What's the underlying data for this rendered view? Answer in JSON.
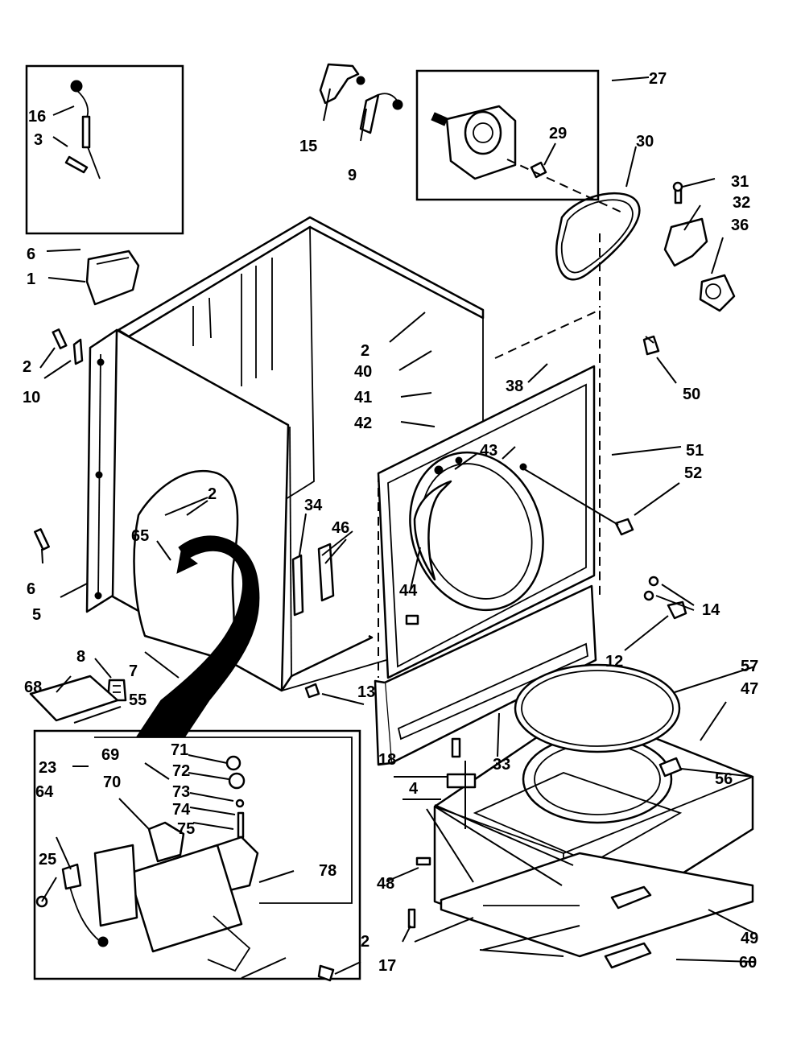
{
  "colors": {
    "ink": "#000000",
    "paper": "#ffffff"
  },
  "callouts": [
    {
      "label": "16"
    },
    {
      "label": "3"
    },
    {
      "label": "6"
    },
    {
      "label": "1"
    },
    {
      "label": "2"
    },
    {
      "label": "10"
    },
    {
      "label": "6"
    },
    {
      "label": "5"
    },
    {
      "label": "8"
    },
    {
      "label": "68"
    },
    {
      "label": "7"
    },
    {
      "label": "55"
    },
    {
      "label": "23"
    },
    {
      "label": "69"
    },
    {
      "label": "70"
    },
    {
      "label": "64"
    },
    {
      "label": "25"
    },
    {
      "label": "71"
    },
    {
      "label": "72"
    },
    {
      "label": "73"
    },
    {
      "label": "74"
    },
    {
      "label": "75"
    },
    {
      "label": "78"
    },
    {
      "label": "15"
    },
    {
      "label": "9"
    },
    {
      "label": "27"
    },
    {
      "label": "29"
    },
    {
      "label": "30"
    },
    {
      "label": "31"
    },
    {
      "label": "32"
    },
    {
      "label": "36"
    },
    {
      "label": "2"
    },
    {
      "label": "40"
    },
    {
      "label": "41"
    },
    {
      "label": "42"
    },
    {
      "label": "38"
    },
    {
      "label": "50"
    },
    {
      "label": "43"
    },
    {
      "label": "51"
    },
    {
      "label": "52"
    },
    {
      "label": "34"
    },
    {
      "label": "46"
    },
    {
      "label": "44"
    },
    {
      "label": "14"
    },
    {
      "label": "12"
    },
    {
      "label": "57"
    },
    {
      "label": "47"
    },
    {
      "label": "13"
    },
    {
      "label": "18"
    },
    {
      "label": "4"
    },
    {
      "label": "33"
    },
    {
      "label": "56"
    },
    {
      "label": "48"
    },
    {
      "label": "17"
    },
    {
      "label": "2"
    },
    {
      "label": "49"
    },
    {
      "label": "60"
    },
    {
      "label": "65"
    },
    {
      "label": "2"
    }
  ]
}
